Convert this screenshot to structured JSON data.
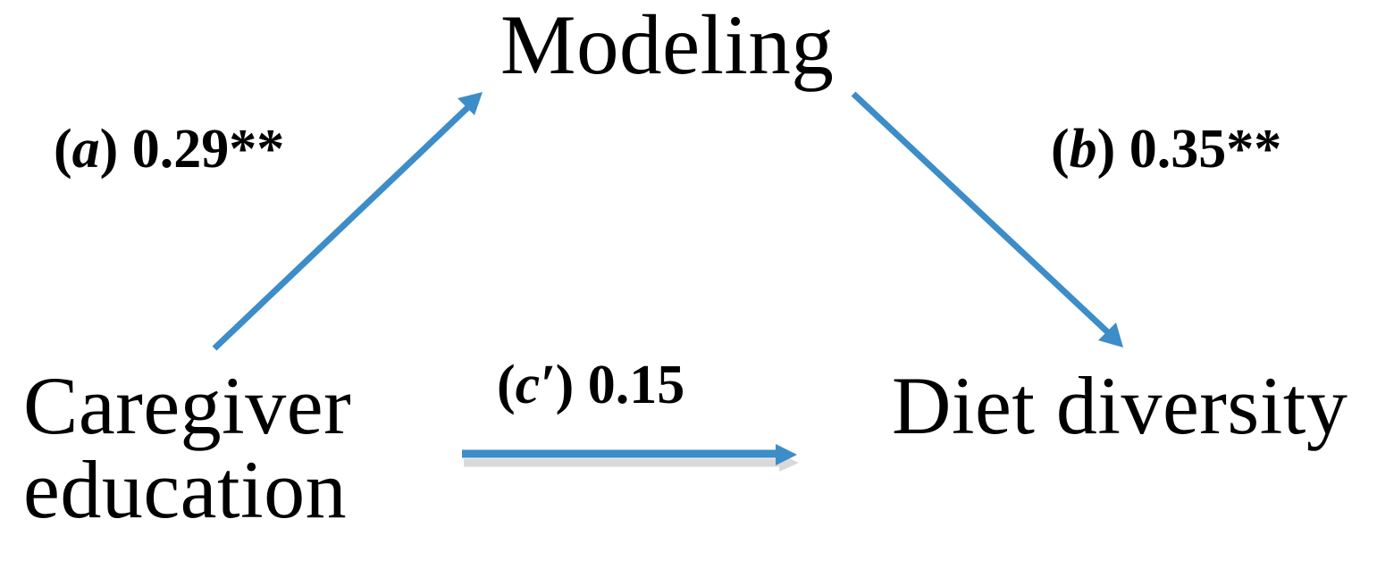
{
  "diagram": {
    "type": "mediation-path-diagram",
    "background_color": "#ffffff",
    "text_color": "#000000",
    "arrow_color": "#3c8dc8",
    "arrow_shadow_color": "#d9d9d9",
    "nodes": [
      {
        "id": "modeling",
        "label": "Modeling",
        "role": "mediator",
        "position": "top-center"
      },
      {
        "id": "caregiver-education",
        "label_line1": "Caregiver",
        "label_line2": "education",
        "label": "Caregiver education",
        "role": "predictor",
        "position": "bottom-left"
      },
      {
        "id": "diet-diversity",
        "label": "Diet diversity",
        "role": "outcome",
        "position": "bottom-right"
      }
    ],
    "paths": [
      {
        "id": "a",
        "symbol": "a",
        "prefix": "(",
        "suffix": ")",
        "coefficient": "0.29",
        "significance": "**",
        "full_label": "(a) 0.29**",
        "from": "caregiver-education",
        "to": "modeling",
        "significant": true
      },
      {
        "id": "b",
        "symbol": "b",
        "prefix": "(",
        "suffix": ")",
        "coefficient": "0.35",
        "significance": "**",
        "full_label": "(b) 0.35**",
        "from": "modeling",
        "to": "diet-diversity",
        "significant": true
      },
      {
        "id": "c-prime",
        "symbol": "c′",
        "prefix": "(",
        "suffix": ")",
        "coefficient": "0.15",
        "significance": "",
        "full_label": "(c′) 0.15",
        "from": "caregiver-education",
        "to": "diet-diversity",
        "significant": false
      }
    ]
  },
  "labels": {
    "modeling": "Modeling",
    "caregiver_line1": "Caregiver",
    "caregiver_line2": "education",
    "diet_diversity": "Diet diversity",
    "a_open": "(",
    "a_symbol": "a",
    "a_rest": ") 0.29**",
    "b_open": "(",
    "b_symbol": "b",
    "b_rest": ") 0.35**",
    "c_open": "(",
    "c_symbol": "c′",
    "c_rest": ") 0.15"
  }
}
